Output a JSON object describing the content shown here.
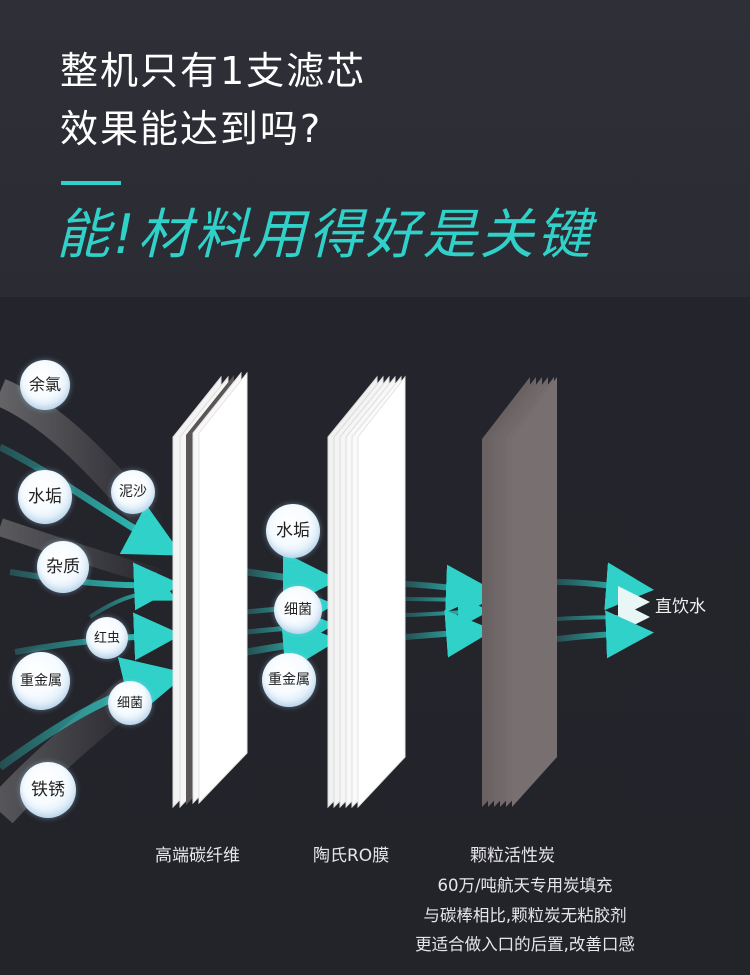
{
  "header": {
    "question_line_1": "整机只有1支滤芯",
    "question_line_2": "效果能达到吗?",
    "answer": "能!材料用得好是关键"
  },
  "contaminants_input": [
    "余氯",
    "水垢",
    "泥沙",
    "杂质",
    "红虫",
    "重金属",
    "细菌",
    "铁锈"
  ],
  "contaminants_after_layer1": [
    "水垢",
    "细菌",
    "重金属"
  ],
  "filter_layers": [
    {
      "label": "高端碳纤维",
      "color": "#ffffff"
    },
    {
      "label": "陶氏RO膜",
      "color": "#ffffff"
    },
    {
      "label": "颗粒活性炭",
      "color": "#6f6767"
    }
  ],
  "output_label": "直饮水",
  "footnote": [
    "60万/吨航天专用炭填充",
    "与碳棒相比,颗粒炭无粘胶剂",
    "更适合做入口的后置,改善口感"
  ],
  "colors": {
    "accent": "#2fd1c9",
    "background": "#26262e",
    "carbon": "#6f6767"
  }
}
